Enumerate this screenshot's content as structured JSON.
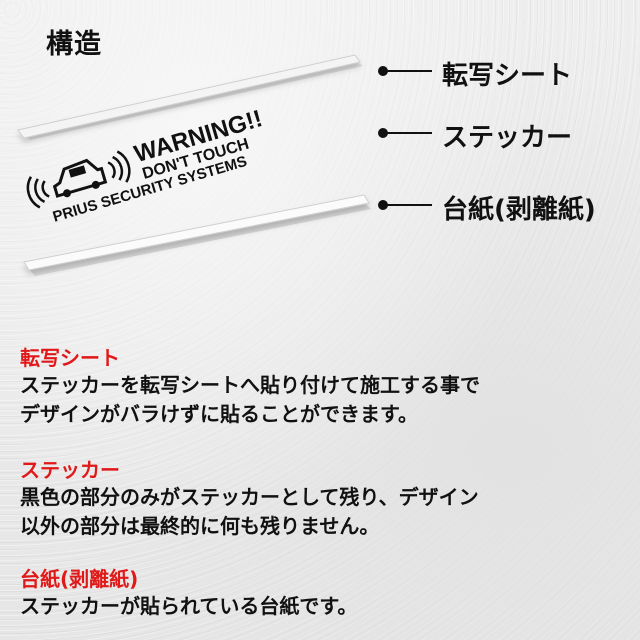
{
  "heading": "構造",
  "layers": [
    {
      "label": "転写シート"
    },
    {
      "label": "ステッカー"
    },
    {
      "label": "台紙(剥離紙)"
    }
  ],
  "sticker_text": {
    "line1": "WARNING!!",
    "line2": "DON'T TOUCH",
    "line3": "PRIUS SECURITY SYSTEMS"
  },
  "descriptions": [
    {
      "title": "転写シート",
      "body": "ステッカーを転写シートへ貼り付けて施工する事で\nデザインがバラけずに貼ることができます。"
    },
    {
      "title": "ステッカー",
      "body": "黒色の部分のみがステッカーとして残り、デザイン\n以外の部分は最終的に何も残りません。"
    },
    {
      "title": "台紙(剥離紙)",
      "body": "ステッカーが貼られている台紙です。"
    }
  ],
  "colors": {
    "title_red": "#e01818",
    "text": "#111111"
  }
}
